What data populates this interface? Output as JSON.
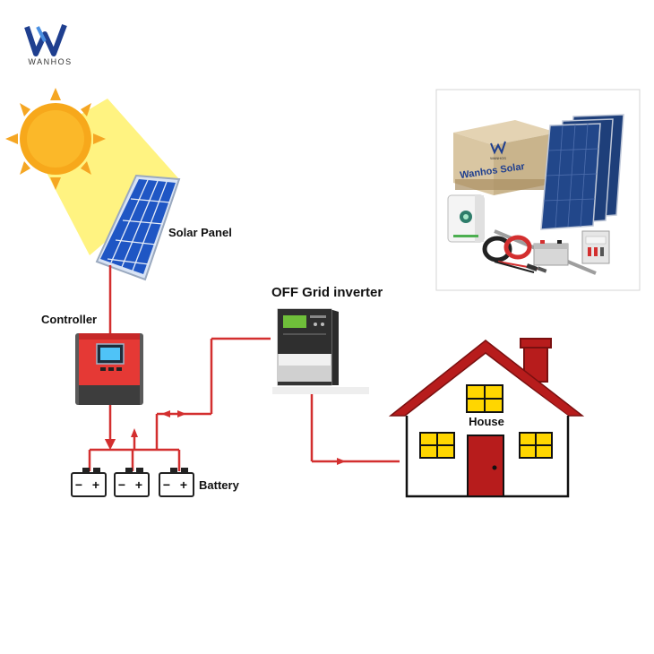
{
  "brand": {
    "name": "WANHOS",
    "box_text": "Wanhos Solar",
    "box_logo_text": "WANHOS"
  },
  "labels": {
    "solar_panel": "Solar Panel",
    "controller": "Controller",
    "inverter": "OFF Grid inverter",
    "battery": "Battery",
    "house": "House"
  },
  "battery_terminals": {
    "minus": "−",
    "plus": "+"
  },
  "colors": {
    "wire": "#d32f2f",
    "sun": "#f5a623",
    "sun_ray": "#fff27a",
    "panel": "#1f56c4",
    "controller": "#e53935",
    "house_roof": "#b71c1c",
    "window": "#ffd600",
    "door": "#b71c1c",
    "logo": "#1f3f8f"
  }
}
